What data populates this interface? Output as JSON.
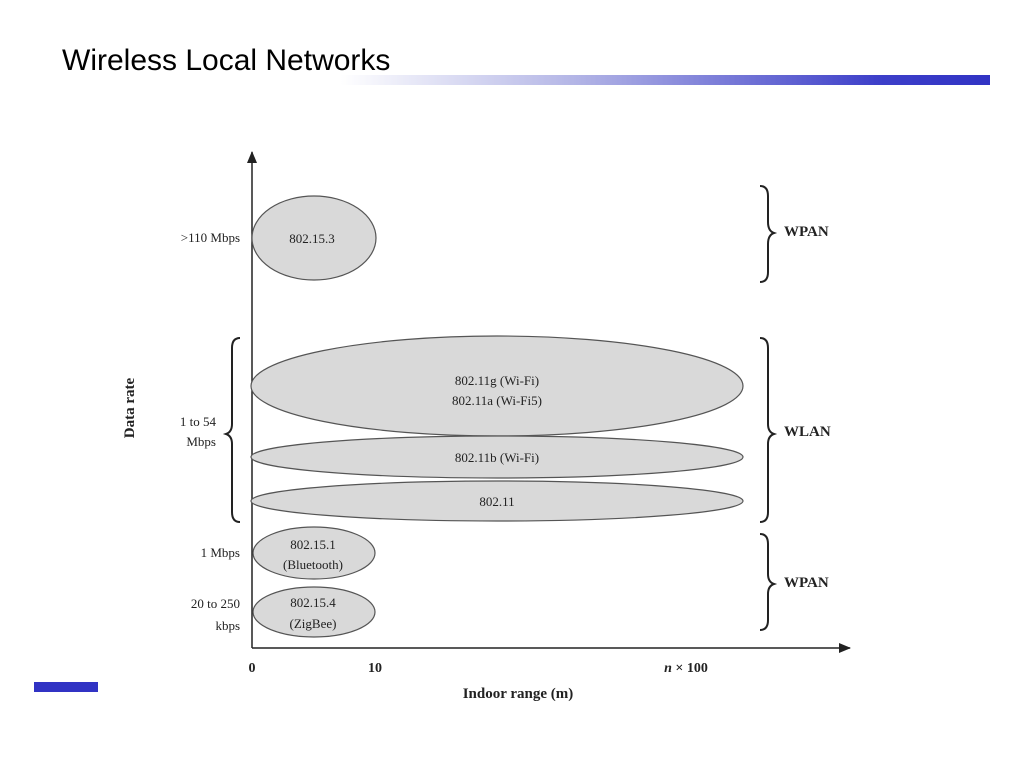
{
  "slide": {
    "title": "Wireless Local Networks",
    "accent_color": "#3133c4"
  },
  "diagram": {
    "y_axis_title": "Data rate",
    "x_axis_title": "Indoor range (m)",
    "x_ticks": [
      "0",
      "10"
    ],
    "x_tick_far": {
      "italic": "n",
      "rest": " × 100"
    },
    "rate_labels": {
      "top": ">110 Mbps",
      "mid_line1": "1 to 54",
      "mid_line2": "Mbps",
      "one_mbps": "1 Mbps",
      "low_line1": "20 to 250",
      "low_line2": "kbps"
    },
    "ellipses": {
      "e802153": "802.15.3",
      "e80211g": "802.11g (Wi-Fi)",
      "e80211a": "802.11a (Wi-Fi5)",
      "e80211b": "802.11b (Wi-Fi)",
      "e80211": "802.11",
      "e802151_line1": "802.15.1",
      "e802151_line2": "(Bluetooth)",
      "e802154_line1": "802.15.4",
      "e802154_line2": "(ZigBee)"
    },
    "groups": {
      "top": "WPAN",
      "middle": "WLAN",
      "bottom": "WPAN"
    },
    "ellipse_fill": "#d9d9d9"
  }
}
